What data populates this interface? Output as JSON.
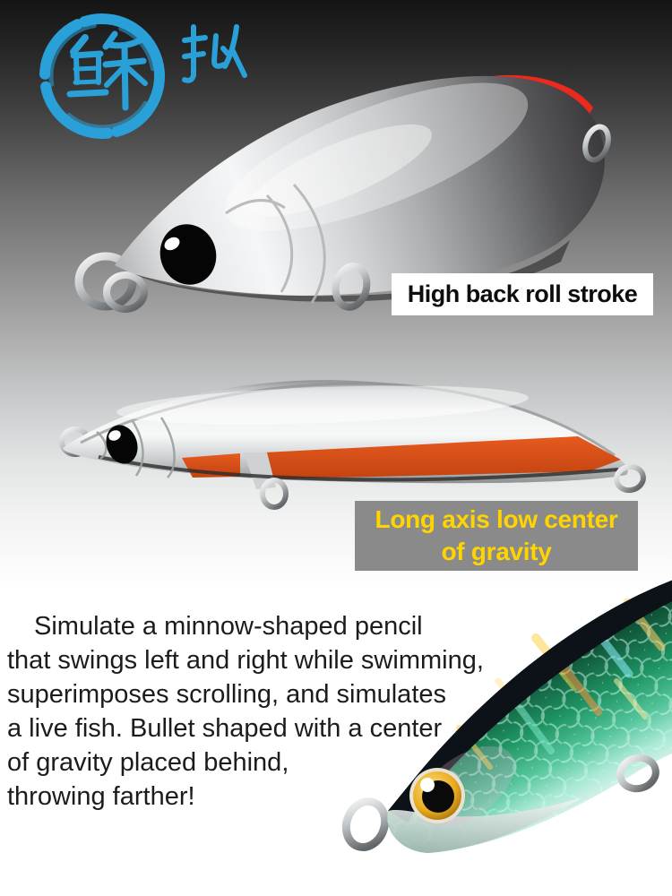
{
  "page": {
    "background": "#ffffff",
    "hero_top_color": "#141414"
  },
  "logo": {
    "characters": "鲦拟",
    "primary_character": "鲦",
    "secondary_character": "拟",
    "color": "#29a0d8",
    "style": "blue brush calligraphy seal"
  },
  "callouts": {
    "high_back": {
      "text": "High back roll stroke",
      "text_color": "#0d0d0d",
      "bg": "#ffffff"
    },
    "low_gravity": {
      "line1": "Long axis low center",
      "line2": "of gravity",
      "text_color": "#ffd400",
      "bg": "#8a8a8a"
    }
  },
  "description": {
    "text_color": "#1c1c1c",
    "lines": [
      "Simulate a minnow-shaped pencil",
      "that swings left and right while swimming,",
      "superimposes scrolling, and simulates",
      "a live fish. Bullet shaped with a center",
      "of gravity placed behind,",
      "throwing farther!"
    ]
  },
  "illustrations": {
    "top_lure": {
      "name": "pencil lure 3D render, silver body with red back",
      "back_color": "#e92a1c",
      "body_color": "silver chrome"
    },
    "middle_lure": {
      "name": "pencil lure side view, silver body with orange belly",
      "belly_color": "#dd5420",
      "body_color": "silver chrome"
    },
    "photo_lure": {
      "name": "photo close-up of holographic green lure with gold eye",
      "scale_color": "#1f9463",
      "eye_color": "#f0c83c"
    }
  }
}
